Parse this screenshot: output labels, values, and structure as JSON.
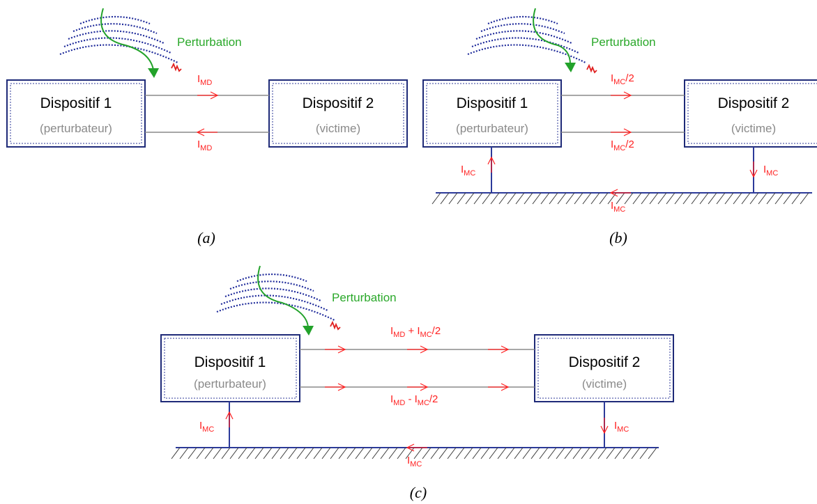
{
  "colors": {
    "box": "#1e2a78",
    "current": "#ff2020",
    "perturbation": "#22a22a",
    "wave": "#1e2a9a",
    "wire": "#8a8a8a"
  },
  "panels": [
    {
      "caption": "(a)",
      "perturbation_label": "Perturbation",
      "device1": {
        "title": "Dispositif 1",
        "role": "(perturbateur)"
      },
      "device2": {
        "title": "Dispositif 2",
        "role": "(victime)"
      },
      "currents": {
        "top": "MD",
        "bottom": "MD"
      }
    },
    {
      "caption": "(b)",
      "perturbation_label": "Perturbation",
      "device1": {
        "title": "Dispositif 1",
        "role": "(perturbateur)"
      },
      "device2": {
        "title": "Dispositif 2",
        "role": "(victime)"
      },
      "currents": {
        "top": "MC",
        "top_suffix": "/2",
        "bottom": "MC",
        "bottom_suffix": "/2",
        "left": "MC",
        "right": "MC",
        "ground": "MC"
      }
    },
    {
      "caption": "(c)",
      "perturbation_label": "Perturbation",
      "device1": {
        "title": "Dispositif 1",
        "role": "(perturbateur)"
      },
      "device2": {
        "title": "Dispositif 2",
        "role": "(victime)"
      },
      "currents": {
        "top_a": "MD",
        "top_op": " + I",
        "top_b": "MC",
        "top_suffix": "/2",
        "bottom_a": "MD",
        "bottom_op": " - I",
        "bottom_b": "MC",
        "bottom_suffix": "/2",
        "left": "MC",
        "right": "MC",
        "ground": "MC"
      }
    }
  ]
}
